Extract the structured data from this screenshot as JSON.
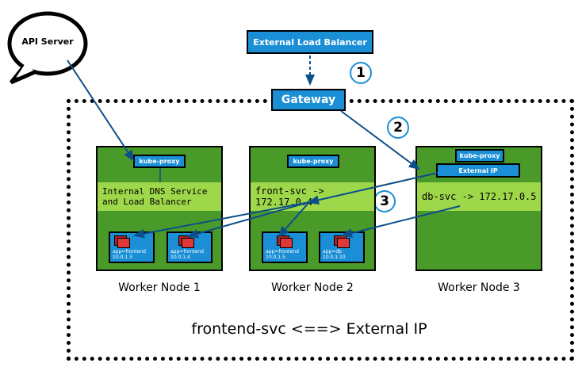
{
  "api_server": {
    "label": "API Server"
  },
  "external_lb": {
    "label": "External Load Balancer"
  },
  "gateway": {
    "label": "Gateway"
  },
  "steps": [
    "1",
    "2",
    "3"
  ],
  "nodes": [
    {
      "name": "Worker Node 1",
      "kube_proxy": "kube-proxy",
      "band_lines": [
        "Internal DNS Service",
        "and Load Balancer"
      ],
      "pods": [
        {
          "app": "app=frontend",
          "ip": "10.0.1.3"
        },
        {
          "app": "app=frontend",
          "ip": "10.0.1.4"
        }
      ]
    },
    {
      "name": "Worker Node 2",
      "kube_proxy": "kube-proxy",
      "band_lines": [
        "front-svc -> 172.17.0.4"
      ],
      "pods": [
        {
          "app": "app=frontend",
          "ip": "10.0.1.5"
        },
        {
          "app": "app=db",
          "ip": "10.0.1.10"
        }
      ]
    },
    {
      "name": "Worker Node 3",
      "kube_proxy": "kube-proxy",
      "external_ip": "External IP",
      "band_lines": [
        "db-svc -> 172.17.0.5"
      ],
      "pods": []
    }
  ],
  "footer": "frontend-svc <==> External IP",
  "colors": {
    "node": "#4a9a2a",
    "band": "#9ed84a",
    "blue": "#1a8fd6",
    "pod_icon": "#e03838",
    "arrow": "#0b4f8a"
  }
}
